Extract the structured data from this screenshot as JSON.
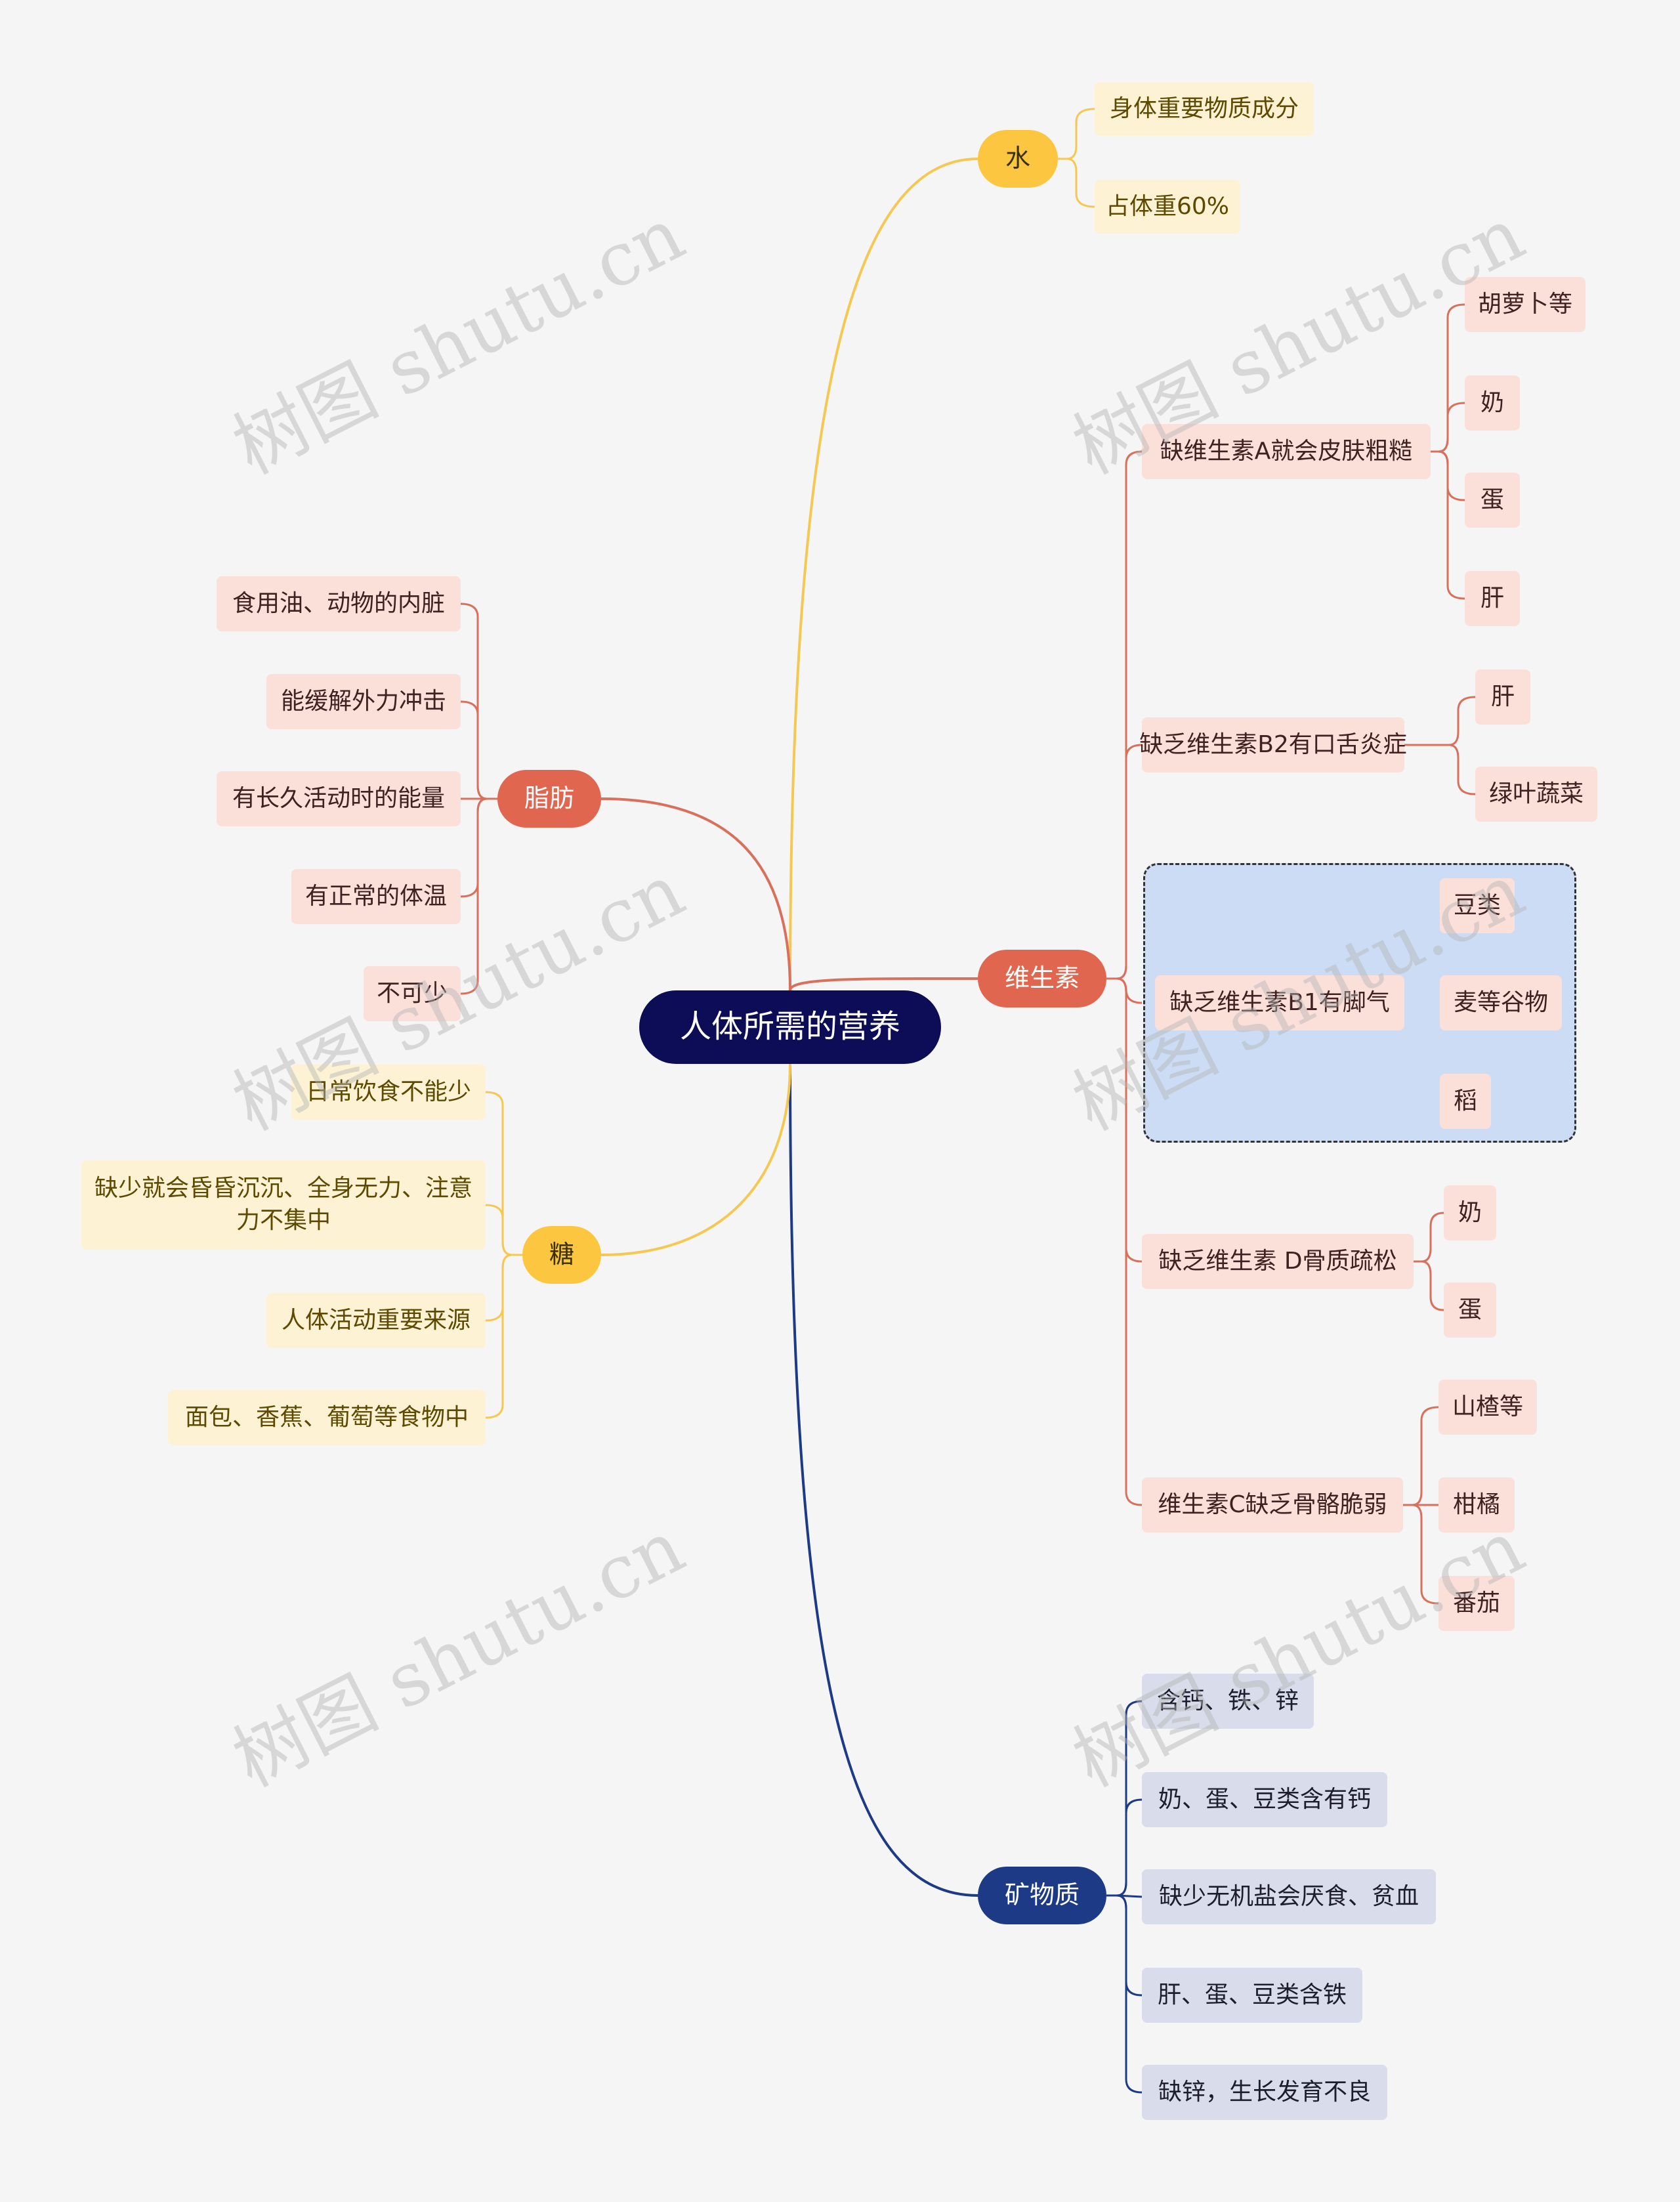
{
  "root": {
    "label": "人体所需的营养"
  },
  "branches": {
    "water": {
      "label": "水",
      "color": "#f5c852",
      "items": [
        "身体重要物质成分",
        "占体重60%"
      ]
    },
    "vitamin": {
      "label": "维生素",
      "color": "#d9705c",
      "subs": [
        {
          "label": "缺维生素A就会皮肤粗糙",
          "items": [
            "胡萝卜等",
            "奶",
            "蛋",
            "肝"
          ]
        },
        {
          "label": "缺乏维生素B2有口舌炎症",
          "items": [
            "肝",
            "绿叶蔬菜"
          ]
        },
        {
          "label": "缺乏维生素B1有脚气",
          "items": [
            "豆类",
            "麦等谷物",
            "稻"
          ]
        },
        {
          "label": "缺乏维生素 D骨质疏松",
          "items": [
            "奶",
            "蛋"
          ]
        },
        {
          "label": "维生素C缺乏骨骼脆弱",
          "items": [
            "山楂等",
            "柑橘",
            "番茄"
          ]
        }
      ]
    },
    "mineral": {
      "label": "矿物质",
      "color": "#1d3a86",
      "items": [
        "含钙、铁、锌",
        "奶、蛋、豆类含有钙",
        "缺少无机盐会厌食、贫血",
        "肝、蛋、豆类含铁",
        "缺锌，生长发育不良"
      ]
    },
    "fat": {
      "label": "脂肪",
      "color": "#d9705c",
      "items": [
        "食用油、动物的内脏",
        "能缓解外力冲击",
        "有长久活动时的能量",
        "有正常的体温",
        "不可少"
      ]
    },
    "sugar": {
      "label": "糖",
      "color": "#f5c852",
      "items": [
        "日常饮食不能少",
        "缺少就会昏昏沉沉、全身无力、注意力不集中",
        "人体活动重要来源",
        "面包、香蕉、葡萄等食物中"
      ]
    }
  },
  "watermark": "树图 shutu.cn",
  "colors": {
    "background": "#f5f5f5",
    "root_fill": "#0d0d57",
    "highlight_fill": "#cddcf5"
  }
}
